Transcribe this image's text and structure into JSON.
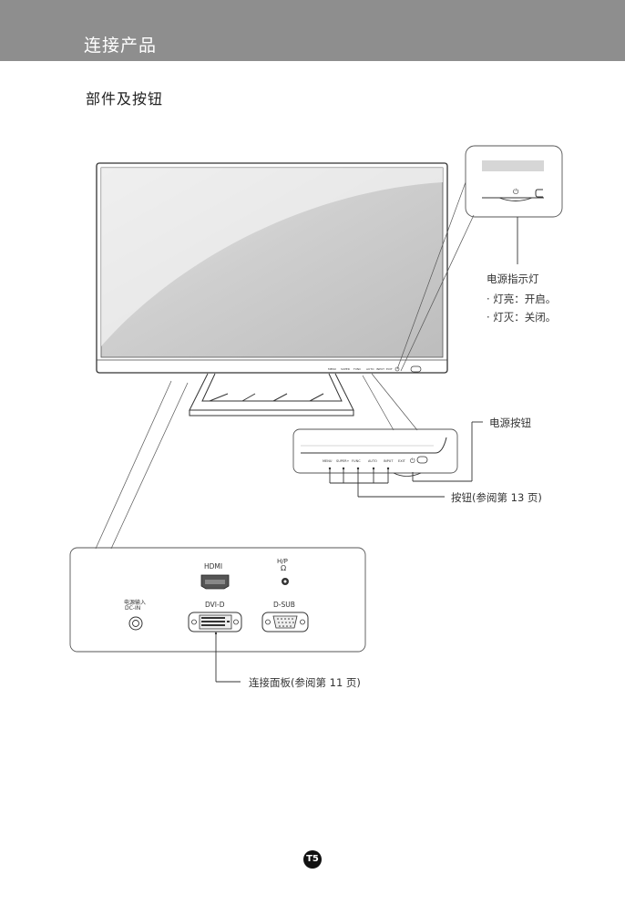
{
  "header": {
    "title": "连接产品"
  },
  "section": {
    "title": "部件及按钮"
  },
  "power_indicator": {
    "title": "电源指示灯",
    "items": [
      "· 灯亮：开启。",
      "· 灯灭：关闭。"
    ]
  },
  "callouts": {
    "power_button": "电源按钮",
    "buttons": "按钮(参阅第 13 页)",
    "connection_panel": "连接面板(参阅第 11 页)"
  },
  "bezel_buttons": [
    "MENU",
    "SUPER+",
    "FUNC",
    "AUTO",
    "INPUT",
    "EXIT"
  ],
  "ports": {
    "hdmi": "HDMI",
    "hp": "H/P",
    "dc_in_line1": "电源输入",
    "dc_in_line2": "DC-IN",
    "dvi": "DVI-D",
    "dsub": "D-SUB"
  },
  "page": {
    "number": "T5"
  }
}
